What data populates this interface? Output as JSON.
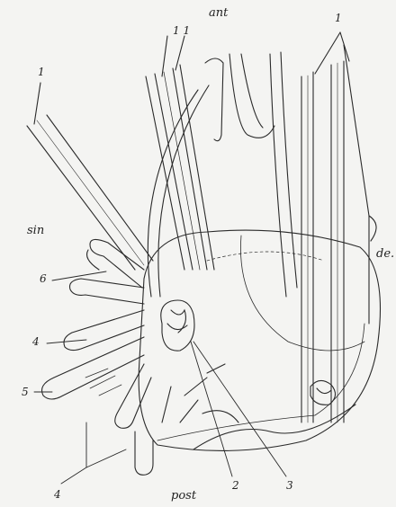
{
  "labels": {
    "ant": "ant",
    "post": "post",
    "sin": "sin",
    "dex": "de.",
    "l1": "1",
    "l1b": "1",
    "l11": "1 1",
    "l2": "2",
    "l3": "3",
    "l4a": "4",
    "l4b": "4",
    "l5": "5",
    "l6": "6"
  },
  "colors": {
    "ink": "#2a2a2a",
    "paper": "#f4f4f2"
  }
}
